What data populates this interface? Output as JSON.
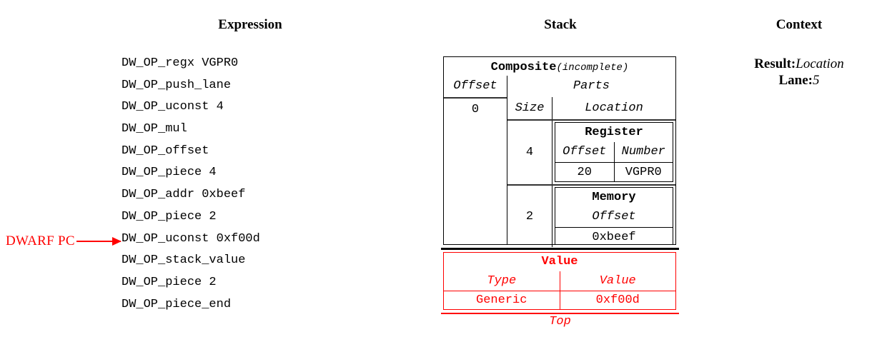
{
  "columns": {
    "expression_title": "Expression",
    "stack_title": "Stack",
    "context_title": "Context"
  },
  "expression": {
    "operations": [
      "DW_OP_regx VGPR0",
      "DW_OP_push_lane",
      "DW_OP_uconst 4",
      "DW_OP_mul",
      "DW_OP_offset",
      "DW_OP_piece 4",
      "DW_OP_addr 0xbeef",
      "DW_OP_piece 2",
      "DW_OP_uconst 0xf00d",
      "DW_OP_stack_value",
      "DW_OP_piece 2",
      "DW_OP_piece_end"
    ],
    "pc_marker": {
      "label": "DWARF PC",
      "points_to_operation_index": 9,
      "color": "#ff0000"
    }
  },
  "stack": {
    "entries": [
      {
        "kind": "composite",
        "title": "Composite",
        "note": "(incomplete)",
        "offset_header": "Offset",
        "offset_value": "0",
        "parts_header": "Parts",
        "size_header": "Size",
        "location_header": "Location",
        "parts": [
          {
            "size": "4",
            "location": {
              "title": "Register",
              "headers": [
                "Offset",
                "Number"
              ],
              "values": [
                "20",
                "VGPR0"
              ]
            }
          },
          {
            "size": "2",
            "location": {
              "title": "Memory",
              "headers": [
                "Offset"
              ],
              "values": [
                "0xbeef"
              ]
            }
          }
        ]
      },
      {
        "kind": "value",
        "title": "Value",
        "headers": [
          "Type",
          "Value"
        ],
        "values": [
          "Generic",
          "0xf00d"
        ],
        "color": "#ff0000",
        "position_label": "Top"
      }
    ]
  },
  "context": {
    "entries": [
      {
        "key": "Result:",
        "value": "Location"
      },
      {
        "key": "Lane:",
        "value": "5"
      }
    ]
  }
}
